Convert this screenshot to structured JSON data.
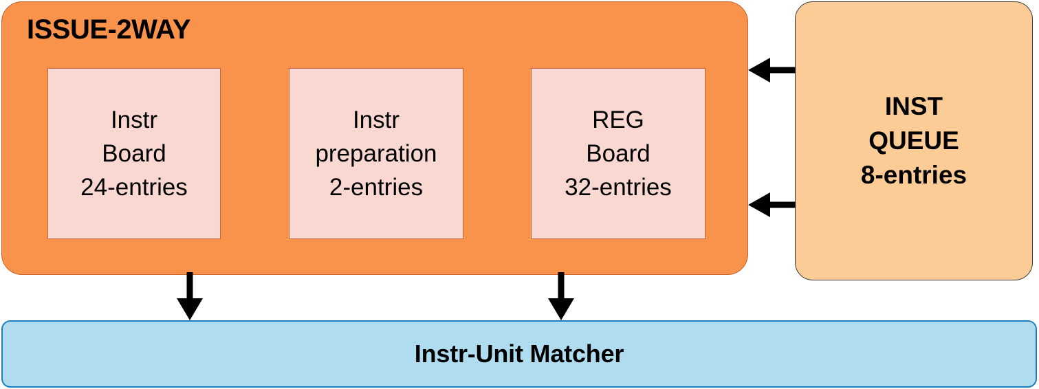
{
  "diagram": {
    "title": "ISSUE-2WAY",
    "issue_block": {
      "label": "ISSUE-2WAY",
      "fill_color": "#F9924B",
      "border_color": "#C8632C",
      "units": [
        {
          "name": "instr-board",
          "lines": [
            "Instr",
            "Board",
            "24-entries"
          ],
          "line1": "Instr",
          "line2": "Board",
          "line3": "24-entries",
          "entries": 24
        },
        {
          "name": "instr-preparation",
          "lines": [
            "Instr",
            "preparation",
            "2-entries"
          ],
          "line1": "Instr",
          "line2": "preparation",
          "line3": "2-entries",
          "entries": 2
        },
        {
          "name": "reg-board",
          "lines": [
            "REG",
            "Board",
            "32-entries"
          ],
          "line1": "REG",
          "line2": "Board",
          "line3": "32-entries",
          "entries": 32
        }
      ],
      "unit_fill_color": "#F9D8D2",
      "unit_border_color": "#C1643F"
    },
    "inst_queue": {
      "line1": "INST",
      "line2": "QUEUE",
      "line3": "8-entries",
      "entries": 8,
      "fill_color": "#FCCC97",
      "border_color": "#3A3A3A"
    },
    "matcher": {
      "label": "Instr-Unit Matcher",
      "fill_color": "#B0DCF0",
      "border_color": "#1E7FBE"
    },
    "connectors": [
      {
        "name": "inst-queue-to-issue-top",
        "direction": "left",
        "from": "inst-queue",
        "to": "issue-2way"
      },
      {
        "name": "inst-queue-to-issue-bottom",
        "direction": "left",
        "from": "inst-queue",
        "to": "issue-2way"
      },
      {
        "name": "instr-board-to-matcher",
        "direction": "down",
        "from": "issue-2way",
        "to": "instr-unit-matcher"
      },
      {
        "name": "reg-board-to-matcher",
        "direction": "down",
        "from": "issue-2way",
        "to": "instr-unit-matcher"
      }
    ],
    "arrow_color": "#000000"
  }
}
